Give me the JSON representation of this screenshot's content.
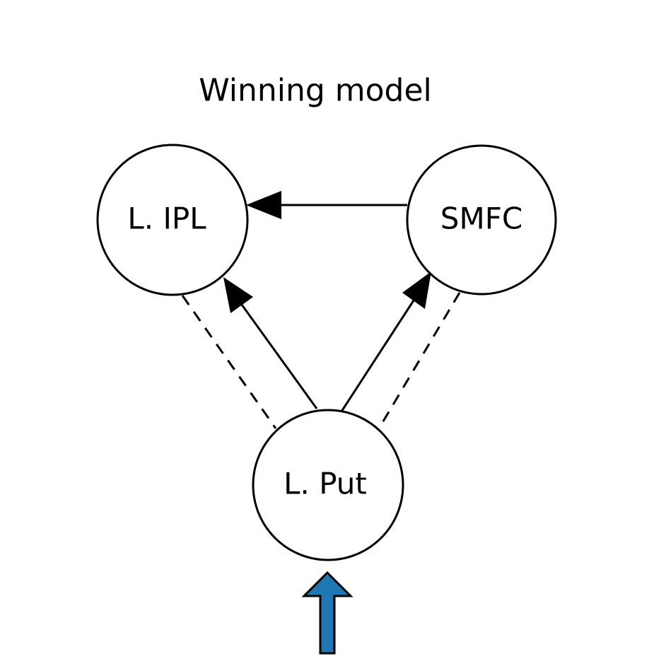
{
  "title": "Winning model",
  "nodes": {
    "ipl": {
      "label": "L. IPL"
    },
    "smfc": {
      "label": "SMFC"
    },
    "put": {
      "label": "L. Put"
    }
  },
  "edges": [
    {
      "from": "smfc",
      "to": "ipl",
      "style": "solid",
      "directed": true
    },
    {
      "from": "put",
      "to": "ipl",
      "style": "solid",
      "directed": true
    },
    {
      "from": "put",
      "to": "smfc",
      "style": "solid",
      "directed": true
    },
    {
      "from": "put",
      "to": "ipl",
      "style": "dashed",
      "directed": false
    },
    {
      "from": "put",
      "to": "smfc",
      "style": "dashed",
      "directed": false
    }
  ],
  "input": {
    "target": "put",
    "color": "#1f77b4"
  }
}
